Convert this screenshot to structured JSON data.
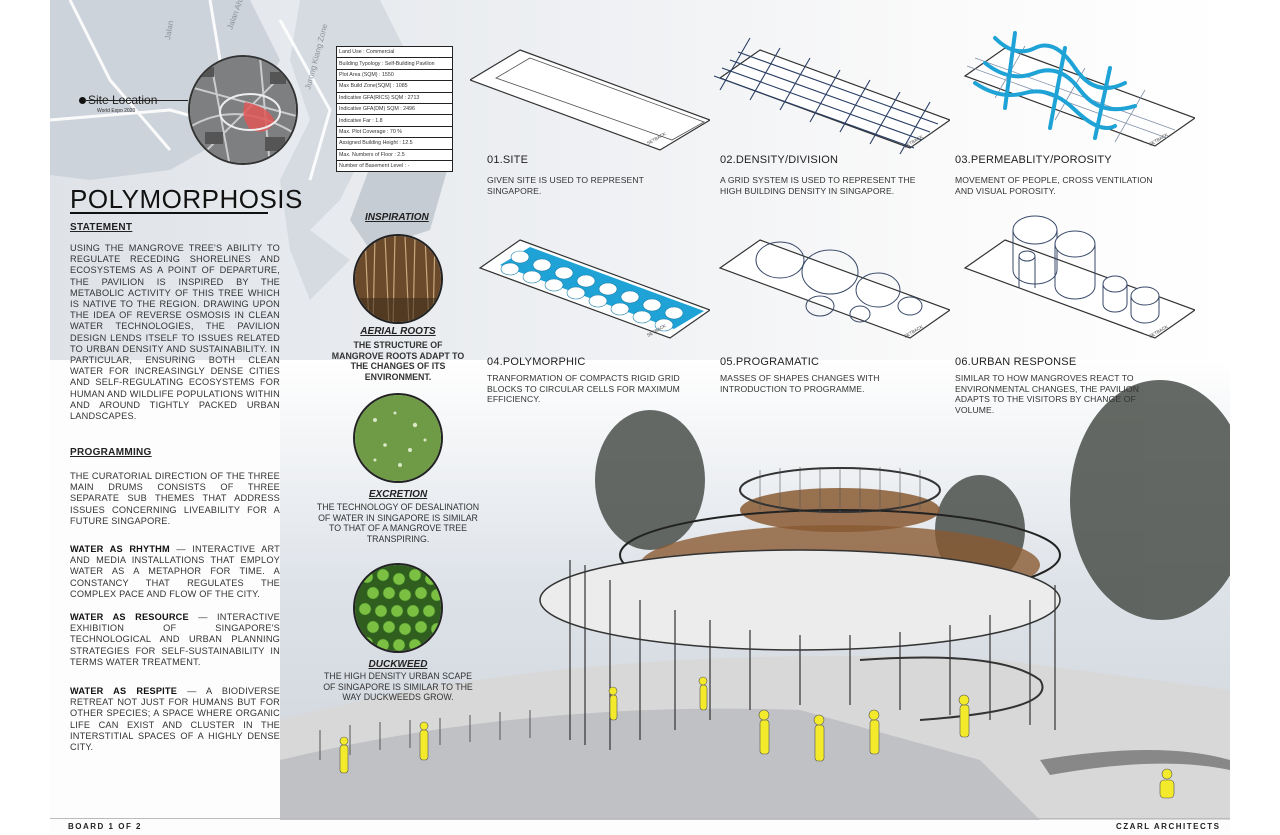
{
  "site": {
    "label": "Site Location",
    "sub": "World Expo 2020",
    "table": [
      "Land Use : Commercial",
      "Building Typology : Self-Building Pavilion",
      "Plot Area (SQM) : 1550",
      "Max Build Zone(SQM) : 1085",
      "Indicative GFA(RICS) SQM : 2713",
      "Indicative GFA(DM) SQM : 2496",
      "Indicative Far : 1.8",
      "Max. Plot Coverage : 70 %",
      "Assigned Building Height : 12.5",
      "Max. Numbers of Floor : 2.5",
      "Number of Basement Level : -"
    ]
  },
  "title": "POLYMORPHOSIS",
  "statement": {
    "heading": "STATEMENT",
    "text": "USING THE MANGROVE TREE'S ABILITY TO REGULATE RECEDING SHORELINES AND ECOSYSTEMS AS A POINT OF DEPARTURE, THE PAVILION IS INSPIRED BY THE METABOLIC ACTIVITY OF THIS TREE WHICH IS NATIVE TO THE REGION. DRAWING UPON THE IDEA OF REVERSE OSMOSIS IN CLEAN WATER TECHNOLOGIES, THE PAVILION DESIGN LENDS ITSELF TO ISSUES RELATED TO URBAN DENSITY AND SUSTAINABILITY. IN PARTICULAR, ENSURING BOTH CLEAN WATER FOR INCREASINGLY DENSE CITIES AND SELF-REGULATING ECOSYSTEMS FOR HUMAN AND WILDLIFE POPULATIONS WITHIN AND AROUND TIGHTLY PACKED URBAN LANDSCAPES."
  },
  "programming": {
    "heading": "PROGRAMMING",
    "intro": "THE CURATORIAL DIRECTION OF THE THREE MAIN DRUMS CONSISTS OF THREE SEPARATE SUB THEMES THAT ADDRESS ISSUES CONCERNING LIVEABILITY FOR A FUTURE SINGAPORE.",
    "rhythm_title": "WATER AS RHYTHM",
    "rhythm_text": " — INTERACTIVE ART AND MEDIA INSTALLATIONS THAT EMPLOY WATER AS A METAPHOR FOR TIME. A CONSTANCY THAT REGULATES THE COMPLEX PACE AND FLOW OF THE CITY.",
    "resource_title": "WATER AS RESOURCE",
    "resource_text": " — INTERACTIVE EXHIBITION OF SINGAPORE'S TECHNOLOGICAL AND URBAN PLANNING STRATEGIES FOR SELF-SUSTAINABILITY IN TERMS WATER TREATMENT.",
    "respite_title": "WATER AS RESPITE",
    "respite_text": " — A BIODIVERSE RETREAT NOT JUST FOR HUMANS BUT FOR OTHER SPECIES; A SPACE WHERE ORGANIC LIFE CAN EXIST AND CLUSTER IN THE INTERSTITIAL SPACES OF A HIGHLY DENSE CITY."
  },
  "inspiration": {
    "title": "INSPIRATION",
    "items": [
      {
        "label": "AERIAL ROOTS",
        "text": "THE STRUCTURE OF MANGROVE ROOTS ADAPT TO THE CHANGES OF ITS ENVIRONMENT."
      },
      {
        "label": "EXCRETION",
        "text": "THE TECHNOLOGY OF DESALINATION OF WATER IN SINGAPORE IS SIMILAR TO THAT OF A MANGROVE TREE TRANSPIRING."
      },
      {
        "label": "DUCKWEED",
        "text": "THE HIGH DENSITY URBAN SCAPE OF SINGAPORE IS SIMILAR TO THE WAY DUCKWEEDS GROW."
      }
    ]
  },
  "steps": [
    {
      "title": "01.SITE",
      "text": "GIVEN SITE IS USED TO REPRESENT SINGAPORE."
    },
    {
      "title": "02.DENSITY/DIVISION",
      "text": "A GRID SYSTEM IS USED TO REPRESENT THE HIGH BUILDING DENSITY IN SINGAPORE."
    },
    {
      "title": "03.PERMEABLITY/POROSITY",
      "text": "MOVEMENT OF PEOPLE, CROSS VENTILATION AND VISUAL POROSITY."
    },
    {
      "title": "04.POLYMORPHIC",
      "text": "TRANFORMATION OF COMPACTS RIGID GRID BLOCKS TO CIRCULAR CELLS FOR MAXIMUM EFFICIENCY."
    },
    {
      "title": "05.PROGRAMATIC",
      "text": "MASSES OF SHAPES CHANGES WITH INTRODUCTION TO PROGRAMME."
    },
    {
      "title": "06.URBAN RESPONSE",
      "text": "SIMILAR TO HOW MANGROVES REACT TO ENVIRONMENTAL CHANGES, THE PAVILION ADAPTS TO THE VISITORS BY CHANGE OF VOLUME."
    }
  ],
  "setback_label": "SETBACK",
  "footer": {
    "left": "BOARD 1 OF 2",
    "right": "CZARL ARCHITECTS"
  },
  "colors": {
    "accent": "#1fa3d6",
    "figure": "#f2ea2a",
    "wood": "#8a5a32"
  }
}
